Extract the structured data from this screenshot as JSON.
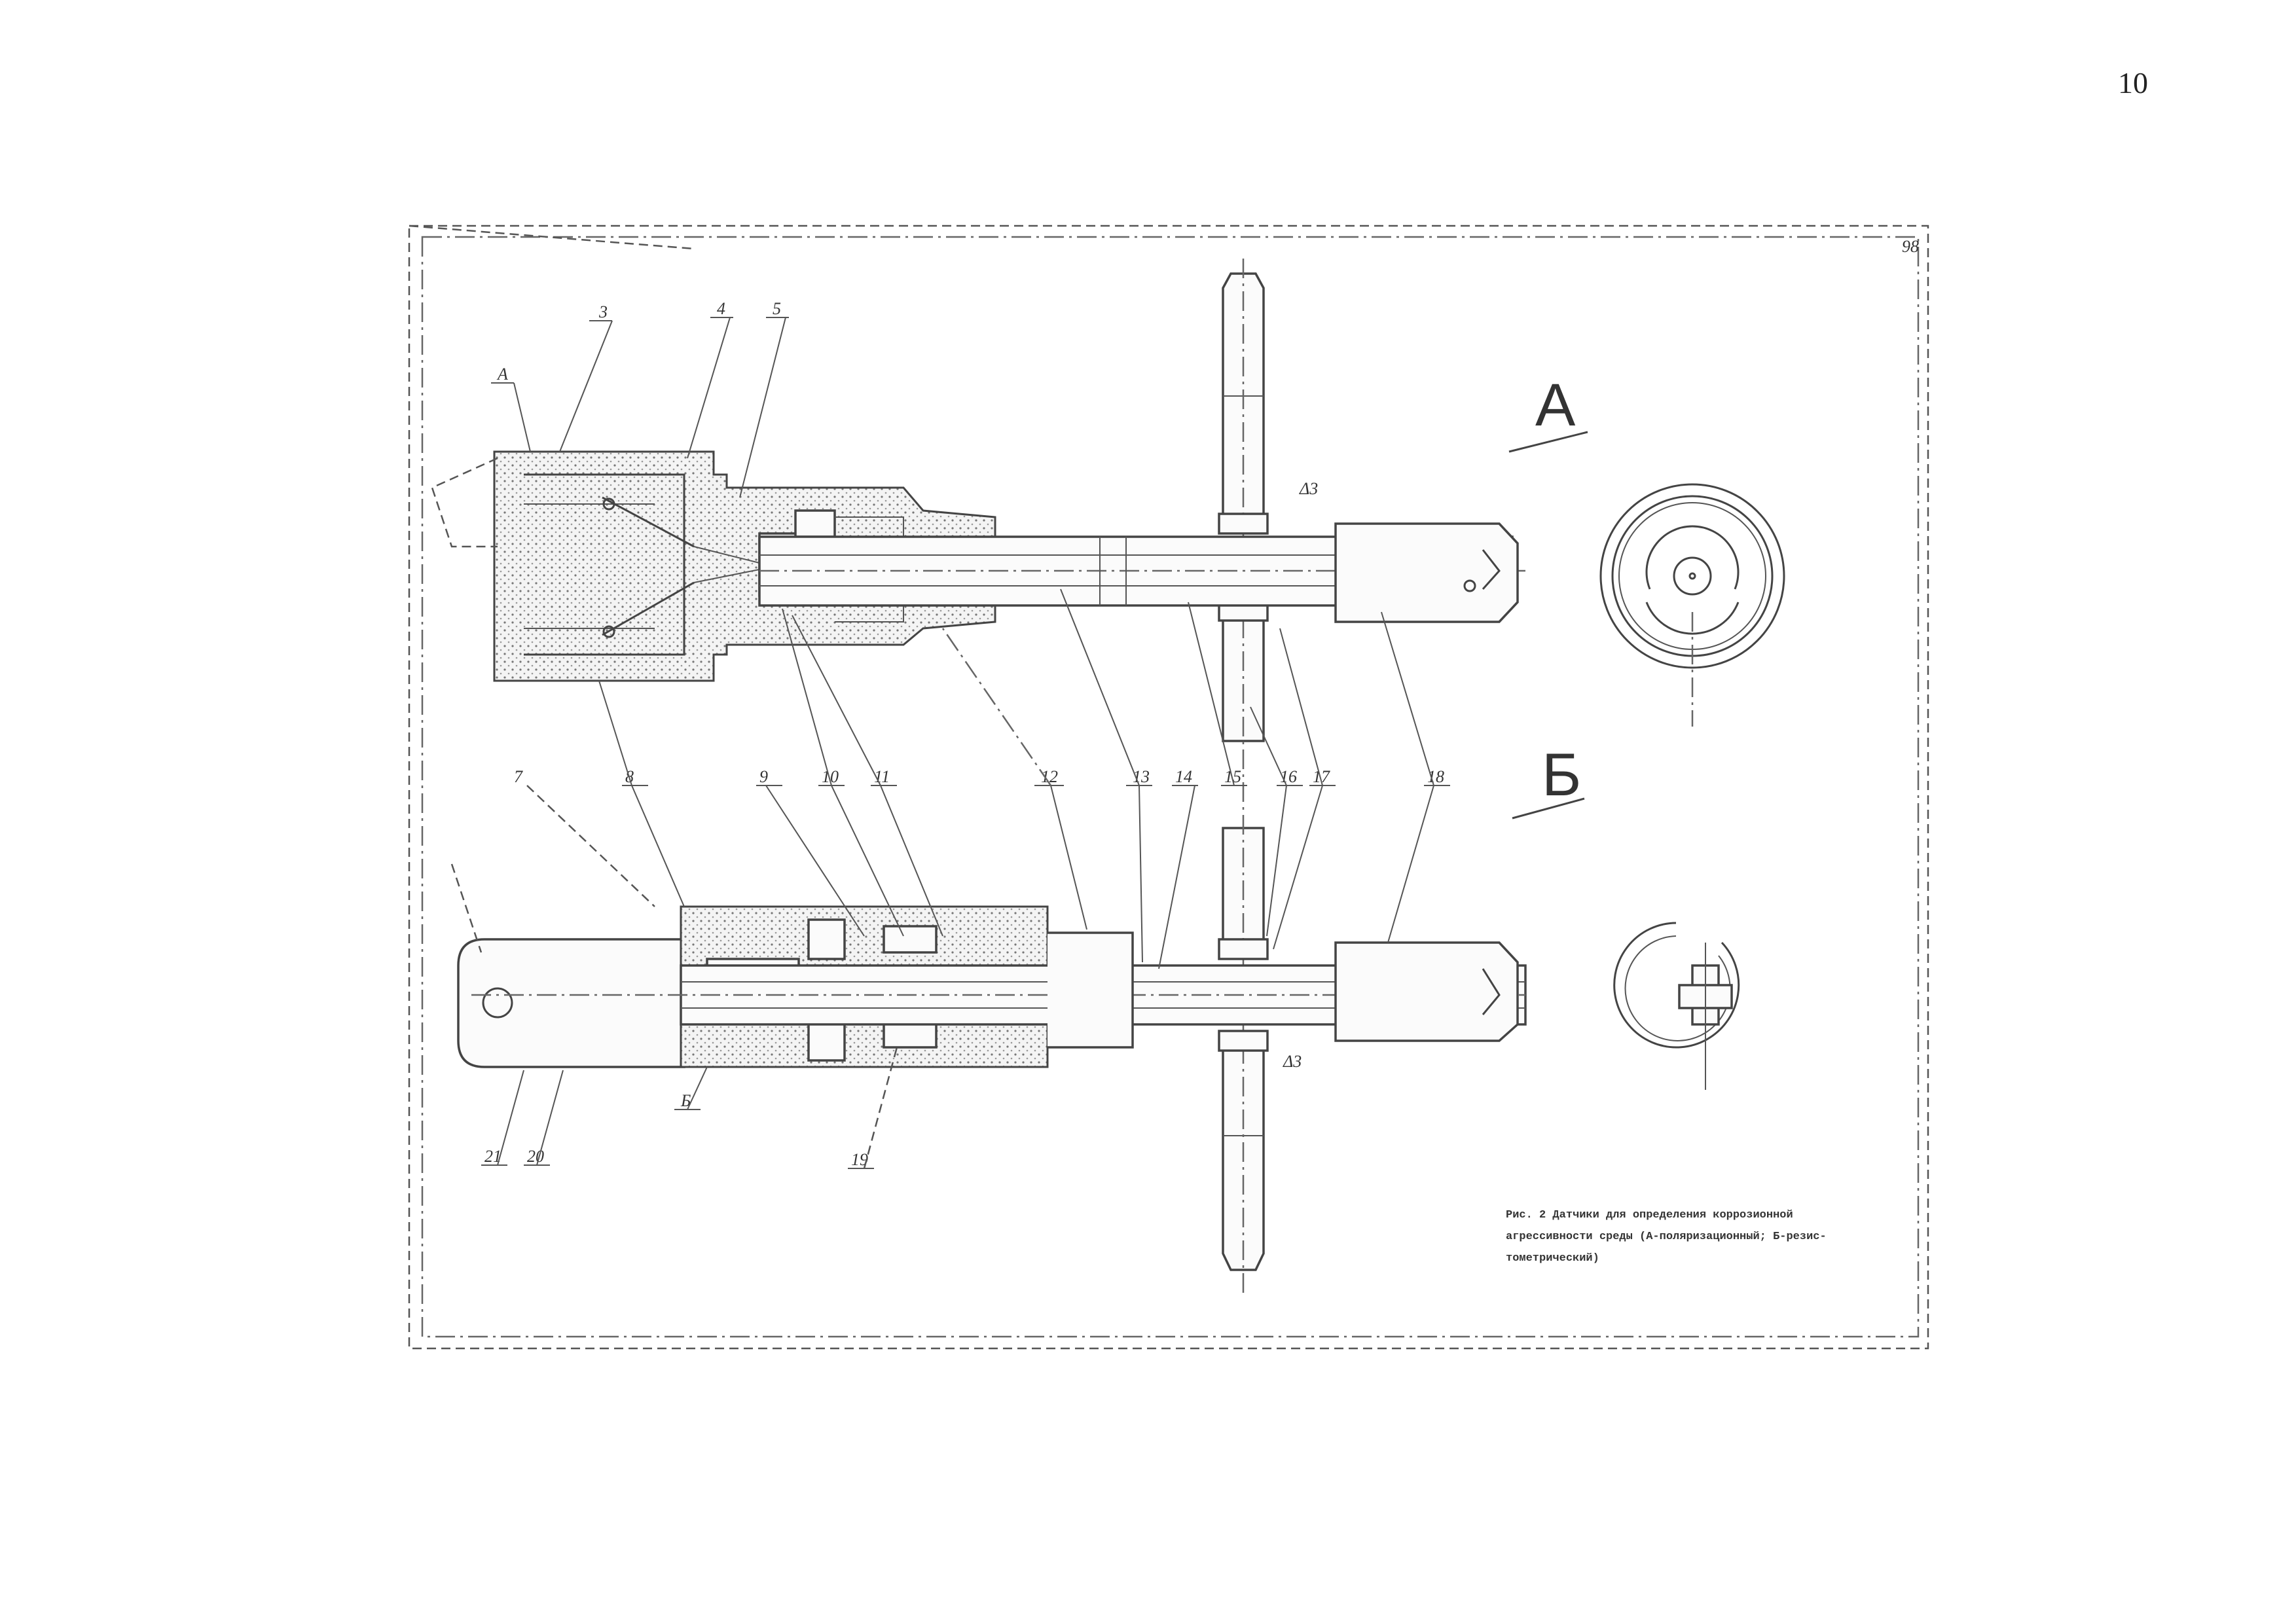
{
  "page": {
    "number": "10"
  },
  "drawing": {
    "sheet_number": "98",
    "view_labels": {
      "a": "А",
      "b": "Б"
    },
    "part_numbers": [
      "3",
      "4",
      "5",
      "7",
      "8",
      "9",
      "10",
      "11",
      "12",
      "13",
      "14",
      "15",
      "16",
      "17",
      "18",
      "19",
      "20",
      "21"
    ],
    "detail_marks": {
      "a": "А",
      "b": "Б",
      "d1": "Δ3",
      "d2": "Δ3"
    },
    "caption": {
      "line1": "Рис. 2     Датчики для определения коррозионной",
      "line2": "агрессивности среды (А-поляризационный; Б-резис-",
      "line3": "тометрический)"
    }
  }
}
